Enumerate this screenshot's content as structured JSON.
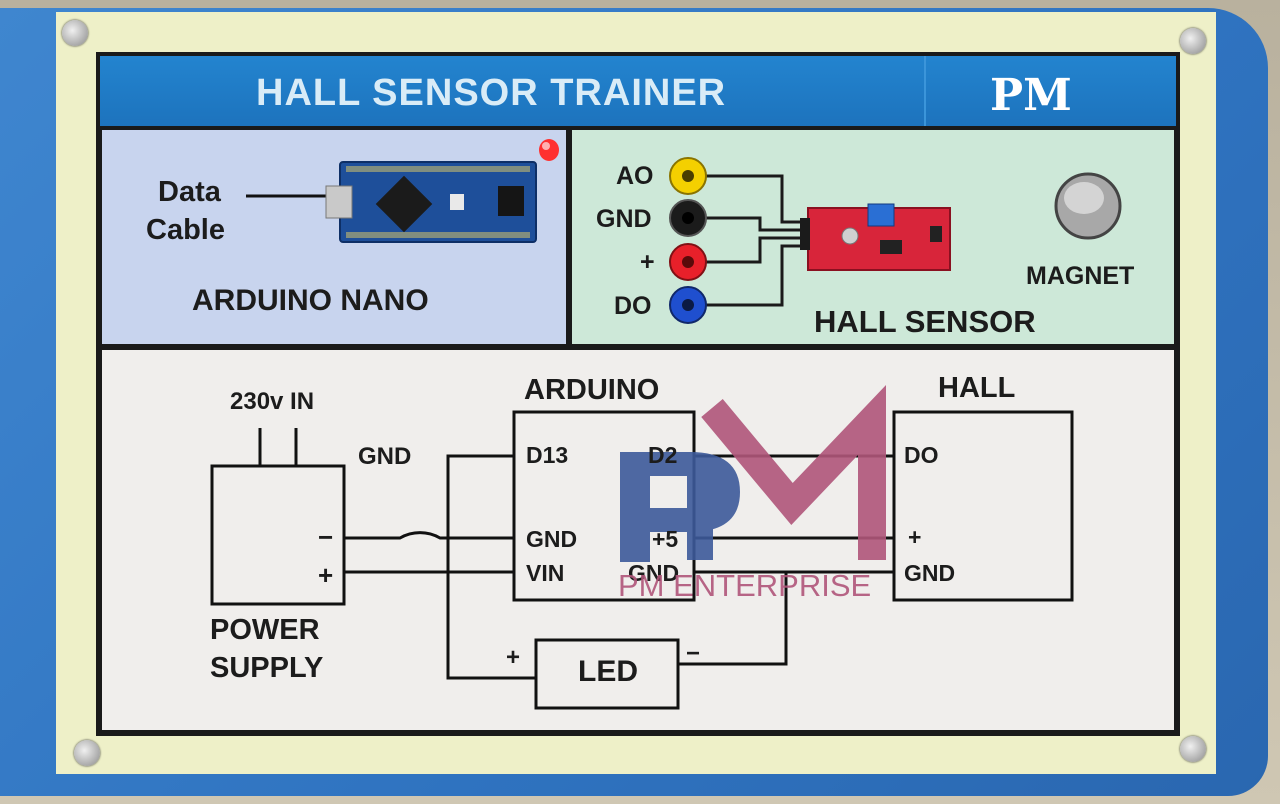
{
  "board": {
    "title": "HALL SENSOR TRAINER",
    "logo": "PM"
  },
  "nano_panel": {
    "cable_label_line1": "Data",
    "cable_label_line2": "Cable",
    "section_label": "ARDUINO NANO"
  },
  "hall_panel": {
    "terminals": [
      "AO",
      "GND",
      "+",
      "DO"
    ],
    "terminal_colors": [
      "#f4d000",
      "#1b1b1b",
      "#e8202a",
      "#1f4fcf"
    ],
    "section_label": "HALL SENSOR",
    "magnet_label": "MAGNET"
  },
  "schematic": {
    "input_label": "230v IN",
    "ground_label": "GND",
    "supply_minus": "−",
    "supply_plus": "+",
    "supply_line1": "POWER",
    "supply_line2": "SUPPLY",
    "arduino_title": "ARDUINO",
    "arduino_left_pins": [
      "D13",
      "GND",
      "VIN"
    ],
    "arduino_right_pins": [
      "D2",
      "+5",
      "GND"
    ],
    "hall_title": "HALL",
    "hall_pins": [
      "DO",
      "+",
      "GND"
    ],
    "led_label": "LED",
    "led_plus": "+",
    "led_minus": "−"
  },
  "watermark": {
    "company": "PM ENTERPRISE",
    "p_color": "#3d5a9a",
    "m_color": "#b0567a"
  }
}
